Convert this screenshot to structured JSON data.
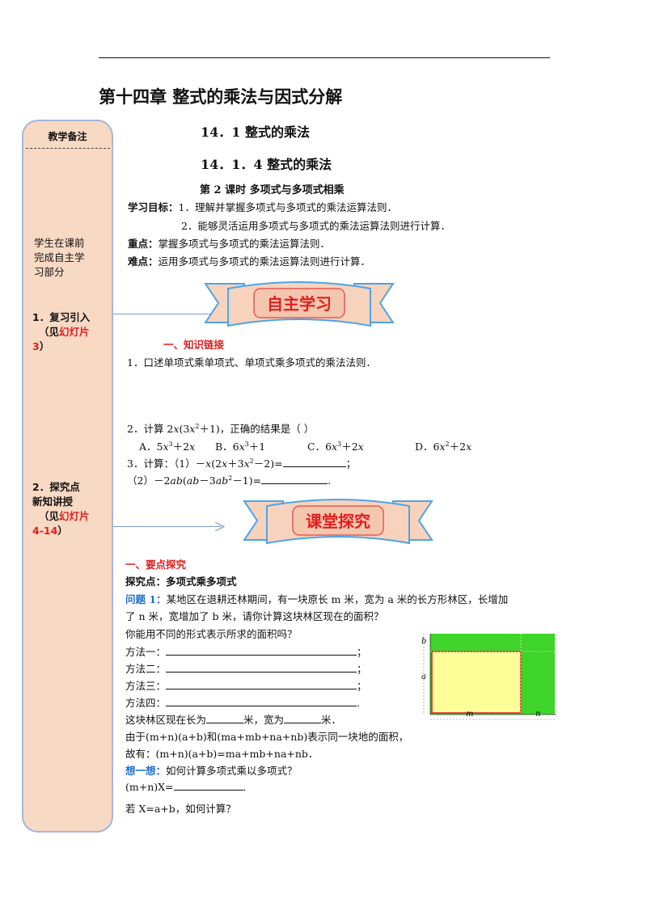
{
  "chapter_title": "第十四章  整式的乘法与因式分解",
  "section_title": "14．1    整式的乘法",
  "subsection_title": "14．1．4  整式的乘法",
  "lesson_title": "第 2 课时    多项式与多项式相乘",
  "sidebar": {
    "title": "教学备注",
    "note1": [
      "学生在课前",
      "完成自主学",
      "习部分"
    ],
    "item1_heading": "1．复习引入",
    "item1_ref_prefix": "（见",
    "item1_ref": "幻灯片",
    "item1_ref2": "3",
    "item1_ref_suffix": "）",
    "item2_heading": [
      "2．探究点",
      "新知讲授"
    ],
    "item2_ref_prefix": "（见",
    "item2_ref": "幻灯片",
    "item2_ref2": "4-14",
    "item2_ref_suffix": "）"
  },
  "goals": {
    "label": "学习目标：",
    "item1": "1．理解并掌握多项式与多项式的乘法运算法则．",
    "item2": "2．能够灵活运用多项式与多项式的乘法运算法则进行计算．",
    "key_label": "重点：",
    "key_text": "掌握多项式与多项式的乘法运算法则．",
    "diff_label": "难点：",
    "diff_text": "运用多项式与多项式的乘法运算法则进行计算．"
  },
  "banner1": "自主学习",
  "banner2": "课堂探究",
  "self_study": {
    "heading": "一、知识链接",
    "q1": "1．口述单项式乘单项式、单项式乘多项式的乘法法则．",
    "q2_prefix": "2．计算 2",
    "q2_suffix": "，正确的结果是（      ）",
    "optA": "A．5",
    "optB": "B．6",
    "optC": "C．6",
    "optD": "D．6",
    "q3_label": "3．计算：（1）",
    "q3b_label": "（2）"
  },
  "explore": {
    "heading": "一、要点探究",
    "point": "探究点：多项式乘多项式",
    "problem_label": "问题 1：",
    "problem_text1": "某地区在退耕还林期间，有一块原长 m 米，宽为 a 米的长方形林区，长增加",
    "problem_text2": "了 n 米，宽增加了 b 米，请你计算这块林区现在的面积？",
    "ask": "你能用不同的形式表示所求的面积吗？",
    "methods": [
      "方法一：",
      "方法二：",
      "方法三：",
      "方法四："
    ],
    "length_text1": "这块林区现在长为",
    "length_text2": "米，宽为",
    "length_text3": "米．",
    "since_text": "由于(m+n)(a+b)和(ma+mb+na+nb)表示同一块地的面积，",
    "so_text": "故有：(m+n)(a+b)=ma+mb+na+nb．",
    "think_label": "想一想：",
    "think_text": "如何计算多项式乘以多项式？",
    "mnx": "(m+n)X=",
    "last": "若 X=a+b，如何计算？"
  },
  "figure": {
    "label_b": "b",
    "label_a": "a",
    "label_m": "m",
    "label_n": "n",
    "colors": {
      "green": "#3fd42a",
      "yellow": "#ffff9a",
      "red": "#e02020"
    }
  }
}
